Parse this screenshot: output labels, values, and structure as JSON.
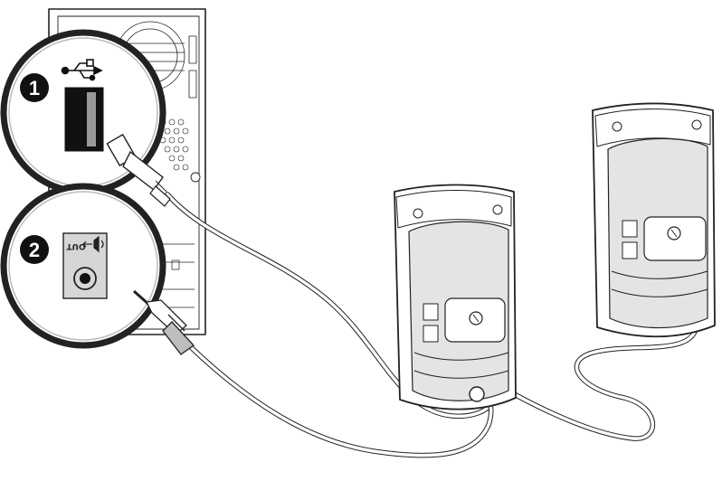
{
  "steps": [
    {
      "number": "1",
      "port": "usb",
      "icon": "usb-symbol-icon"
    },
    {
      "number": "2",
      "port": "audio-out",
      "icon": "speaker-out-icon",
      "port_label": "OUT"
    }
  ],
  "colors": {
    "line": "#222222",
    "port_fill": "#d6d6d6",
    "usb_slot": "#111111",
    "badge": "#111111",
    "background": "#ffffff"
  }
}
